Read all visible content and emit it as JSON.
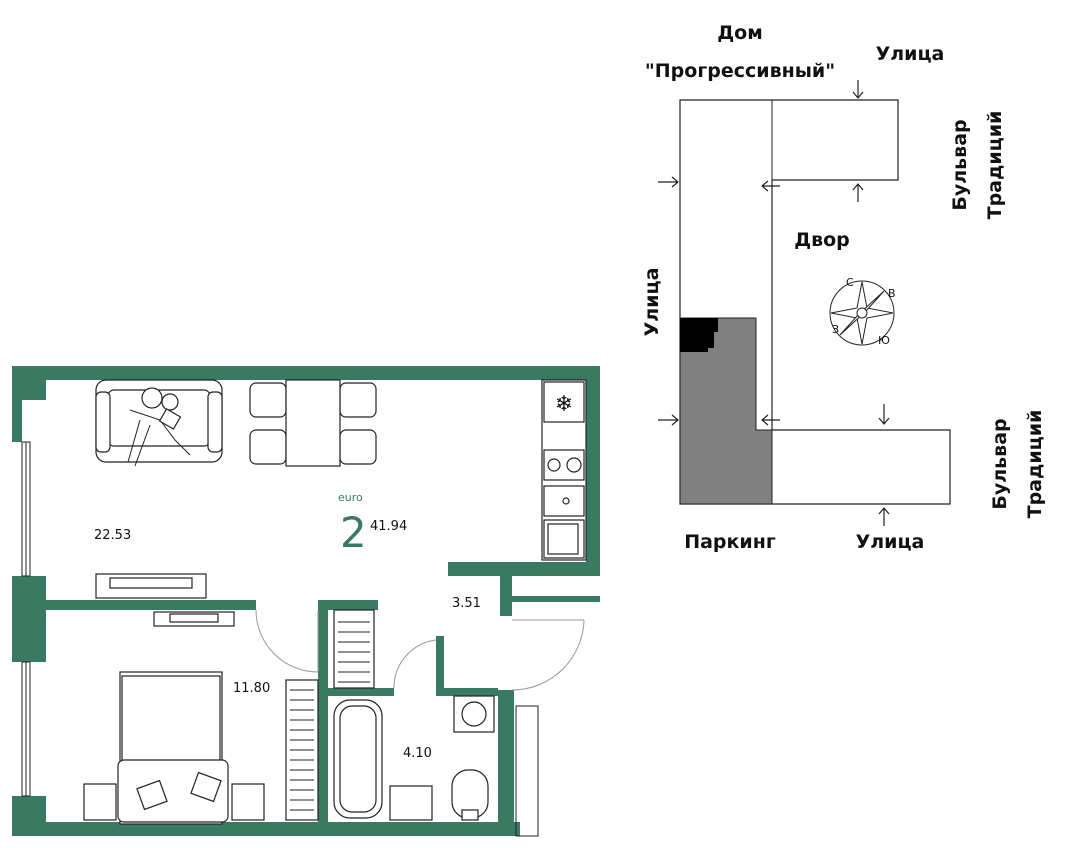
{
  "plan": {
    "apartment_type_small": "euro",
    "apartment_type_big": "2",
    "total_area": "41.94",
    "rooms": {
      "living_kitchen_area": "22.53",
      "bedroom_area": "11.80",
      "hallway_area": "3.51",
      "bathroom_area": "4.10"
    },
    "wall_color": "#3a7a63"
  },
  "site": {
    "building_name_line1": "Дом",
    "building_name_line2": "\"Прогрессивный\"",
    "street_top": "Улица",
    "street_left": "Улица",
    "street_bottom": "Улица",
    "boulevard_top_line1": "Бульвар",
    "boulevard_top_line2": "Традиций",
    "boulevard_bottom_line1": "Бульвар",
    "boulevard_bottom_line2": "Традиций",
    "yard_label": "Двор",
    "parking_label": "Паркинг",
    "compass": {
      "north": "С",
      "east": "В",
      "south": "Ю",
      "west": "З"
    },
    "highlight_color": "#000000",
    "parking_color": "#808080"
  }
}
